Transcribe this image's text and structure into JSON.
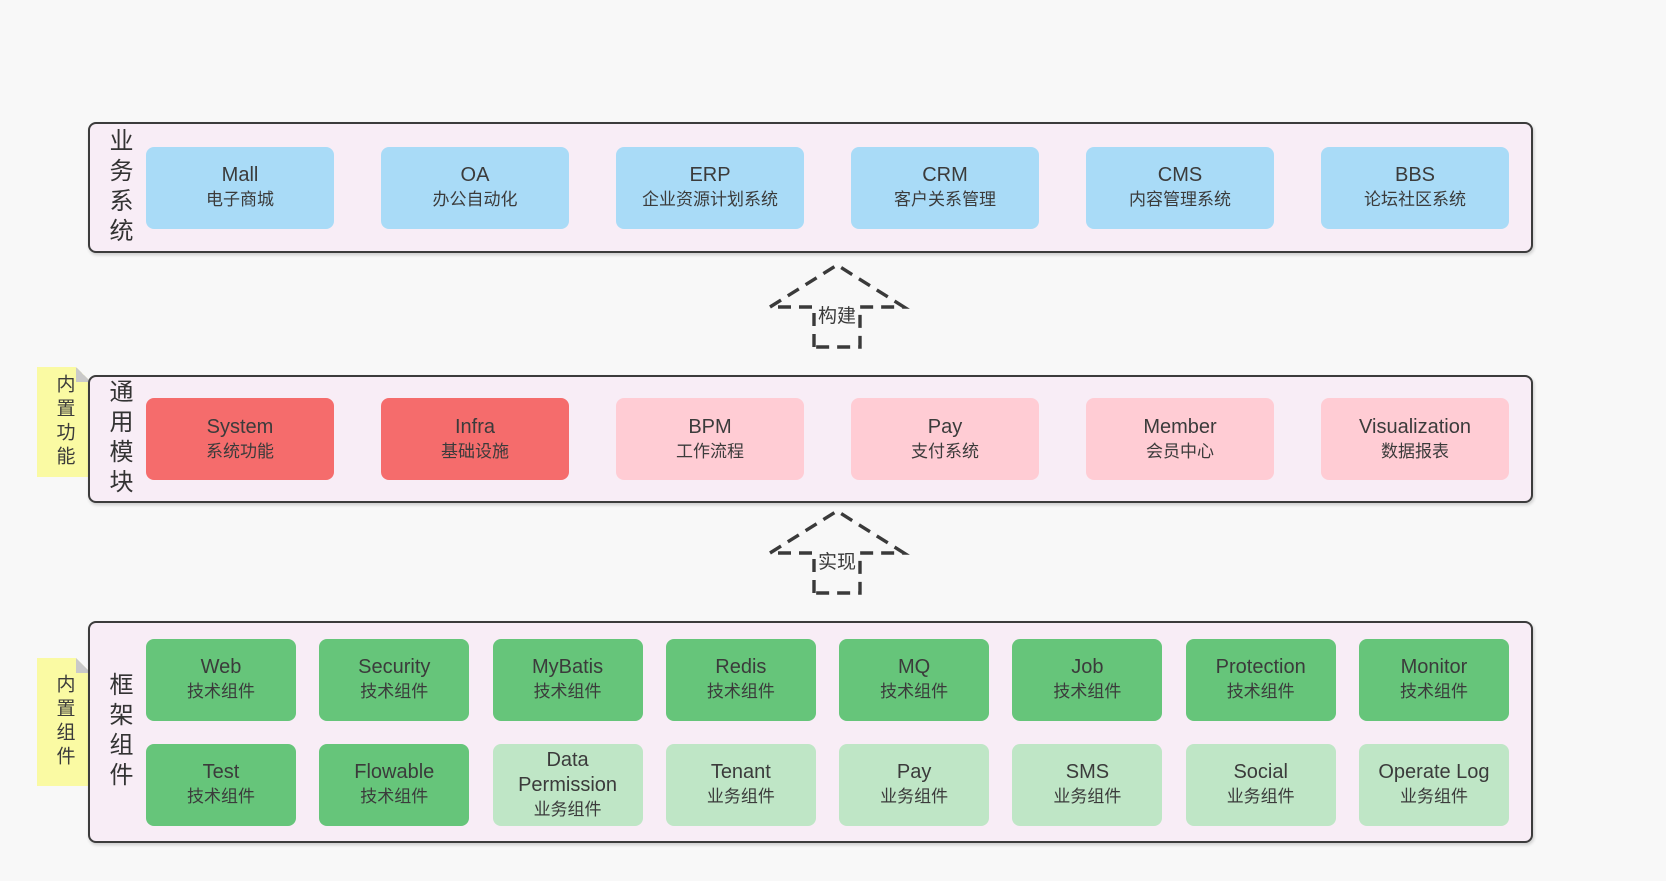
{
  "palette": {
    "page_bg": "#f8f8f8",
    "panel_bg": "#f8edf6",
    "panel_border": "#3c3c3c",
    "blue": "#a9dbf7",
    "red": "#f56c6c",
    "pink": "#ffccd4",
    "green": "#66c57a",
    "lightgreen": "#bfe6c6",
    "sticky_yellow": "#fafaa3",
    "sticky_fold_gray": "#c9c9c9",
    "text": "#3b3b3b"
  },
  "layers": {
    "business": {
      "label": "业务系统",
      "boxes": [
        {
          "en": "Mall",
          "zh": "电子商城",
          "variant": "blue"
        },
        {
          "en": "OA",
          "zh": "办公自动化",
          "variant": "blue"
        },
        {
          "en": "ERP",
          "zh": "企业资源计划系统",
          "variant": "blue"
        },
        {
          "en": "CRM",
          "zh": "客户关系管理",
          "variant": "blue"
        },
        {
          "en": "CMS",
          "zh": "内容管理系统",
          "variant": "blue"
        },
        {
          "en": "BBS",
          "zh": "论坛社区系统",
          "variant": "blue"
        }
      ]
    },
    "modules": {
      "label": "通用模块",
      "sticky": "内置功能",
      "boxes": [
        {
          "en": "System",
          "zh": "系统功能",
          "variant": "red"
        },
        {
          "en": "Infra",
          "zh": "基础设施",
          "variant": "red"
        },
        {
          "en": "BPM",
          "zh": "工作流程",
          "variant": "pink"
        },
        {
          "en": "Pay",
          "zh": "支付系统",
          "variant": "pink"
        },
        {
          "en": "Member",
          "zh": "会员中心",
          "variant": "pink"
        },
        {
          "en": "Visualization",
          "zh": "数据报表",
          "variant": "pink"
        }
      ]
    },
    "components": {
      "label": "框架组件",
      "sticky": "内置组件",
      "row1": [
        {
          "en": "Web",
          "zh": "技术组件",
          "variant": "green"
        },
        {
          "en": "Security",
          "zh": "技术组件",
          "variant": "green"
        },
        {
          "en": "MyBatis",
          "zh": "技术组件",
          "variant": "green"
        },
        {
          "en": "Redis",
          "zh": "技术组件",
          "variant": "green"
        },
        {
          "en": "MQ",
          "zh": "技术组件",
          "variant": "green"
        },
        {
          "en": "Job",
          "zh": "技术组件",
          "variant": "green"
        },
        {
          "en": "Protection",
          "zh": "技术组件",
          "variant": "green"
        },
        {
          "en": "Monitor",
          "zh": "技术组件",
          "variant": "green"
        }
      ],
      "row2": [
        {
          "en": "Test",
          "zh": "技术组件",
          "variant": "green"
        },
        {
          "en": "Flowable",
          "zh": "技术组件",
          "variant": "green"
        },
        {
          "en": "Data Permission",
          "zh": "业务组件",
          "variant": "lightgreen"
        },
        {
          "en": "Tenant",
          "zh": "业务组件",
          "variant": "lightgreen"
        },
        {
          "en": "Pay",
          "zh": "业务组件",
          "variant": "lightgreen"
        },
        {
          "en": "SMS",
          "zh": "业务组件",
          "variant": "lightgreen"
        },
        {
          "en": "Social",
          "zh": "业务组件",
          "variant": "lightgreen"
        },
        {
          "en": "Operate Log",
          "zh": "业务组件",
          "variant": "lightgreen"
        }
      ]
    }
  },
  "arrows": {
    "build": {
      "label": "构建"
    },
    "implement": {
      "label": "实现"
    }
  }
}
